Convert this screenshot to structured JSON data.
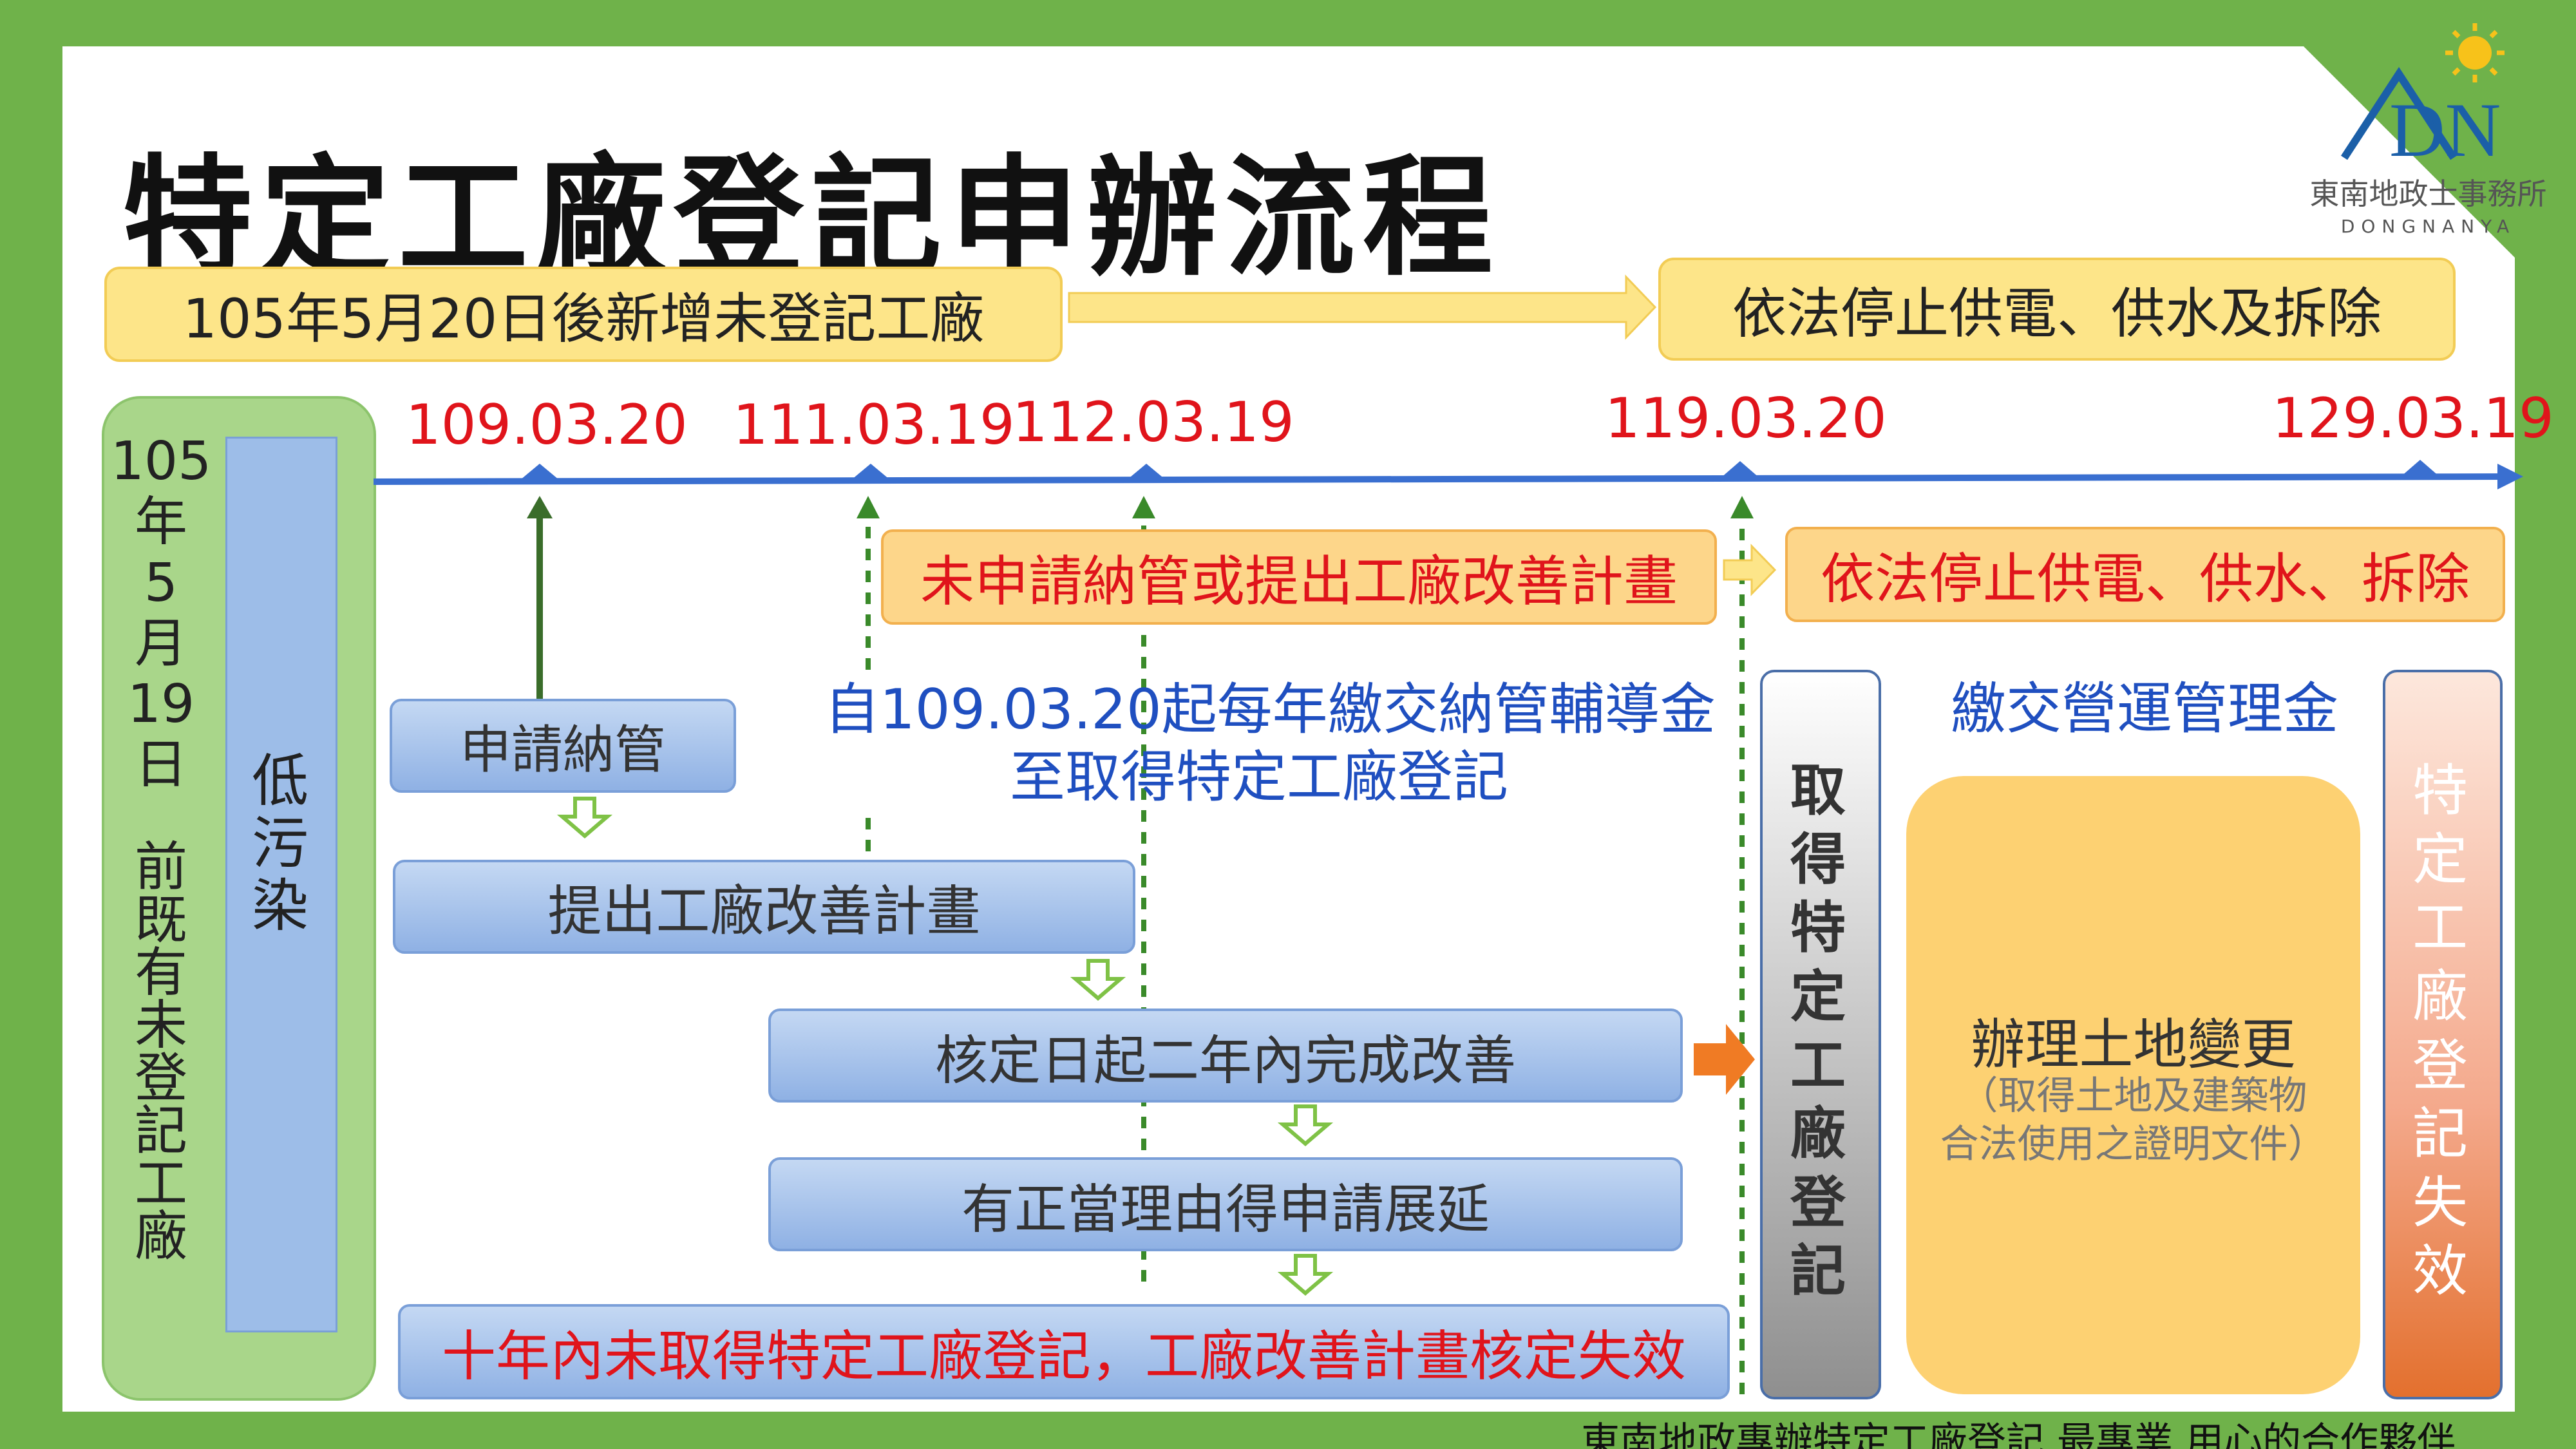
{
  "title": "特定工廠登記申辦流程",
  "logo": {
    "name": "東南地政士事務所",
    "sub": "DONGNANYA",
    "mark": "DN"
  },
  "top_row": {
    "left": "105年5月20日後新增未登記工廠",
    "right": "依法停止供電、供水及拆除"
  },
  "left_panel": {
    "outer": "105年5月19日前既有未登記工廠",
    "inner": "低污染"
  },
  "timeline": {
    "dates": [
      "109.03.20",
      "111.03.19",
      "112.03.19",
      "119.03.20",
      "129.03.19"
    ]
  },
  "mid_row": {
    "warning": "未申請納管或提出工廠改善計畫",
    "consequence": "依法停止供電、供水、拆除"
  },
  "steps": {
    "apply": "申請納管",
    "plan": "提出工廠改善計畫",
    "improve": "核定日起二年內完成改善",
    "extend": "有正當理由得申請展延",
    "fail": "十年內未取得特定工廠登記，工廠改善計畫核定失效"
  },
  "fee_note": {
    "line1": "自109.03.20起每年繳交納管輔導金",
    "line2": "至取得特定工廠登記"
  },
  "obtain": "取得特定工廠登記",
  "mgmt_fee": "繳交營運管理金",
  "land": {
    "title": "辦理土地變更",
    "sub1": "（取得土地及建築物",
    "sub2": "合法使用之證明文件）"
  },
  "invalid": "特定工廠登記失效",
  "footer": "東南地政專辦特定工廠登記 最專業 用心的合作夥伴",
  "colors": {
    "frame": "#6fb24a",
    "timeline": "#3a6fd0",
    "date": "#e0141b",
    "green_arrow": "#7fc246",
    "orange_arrow": "#f07b24"
  }
}
